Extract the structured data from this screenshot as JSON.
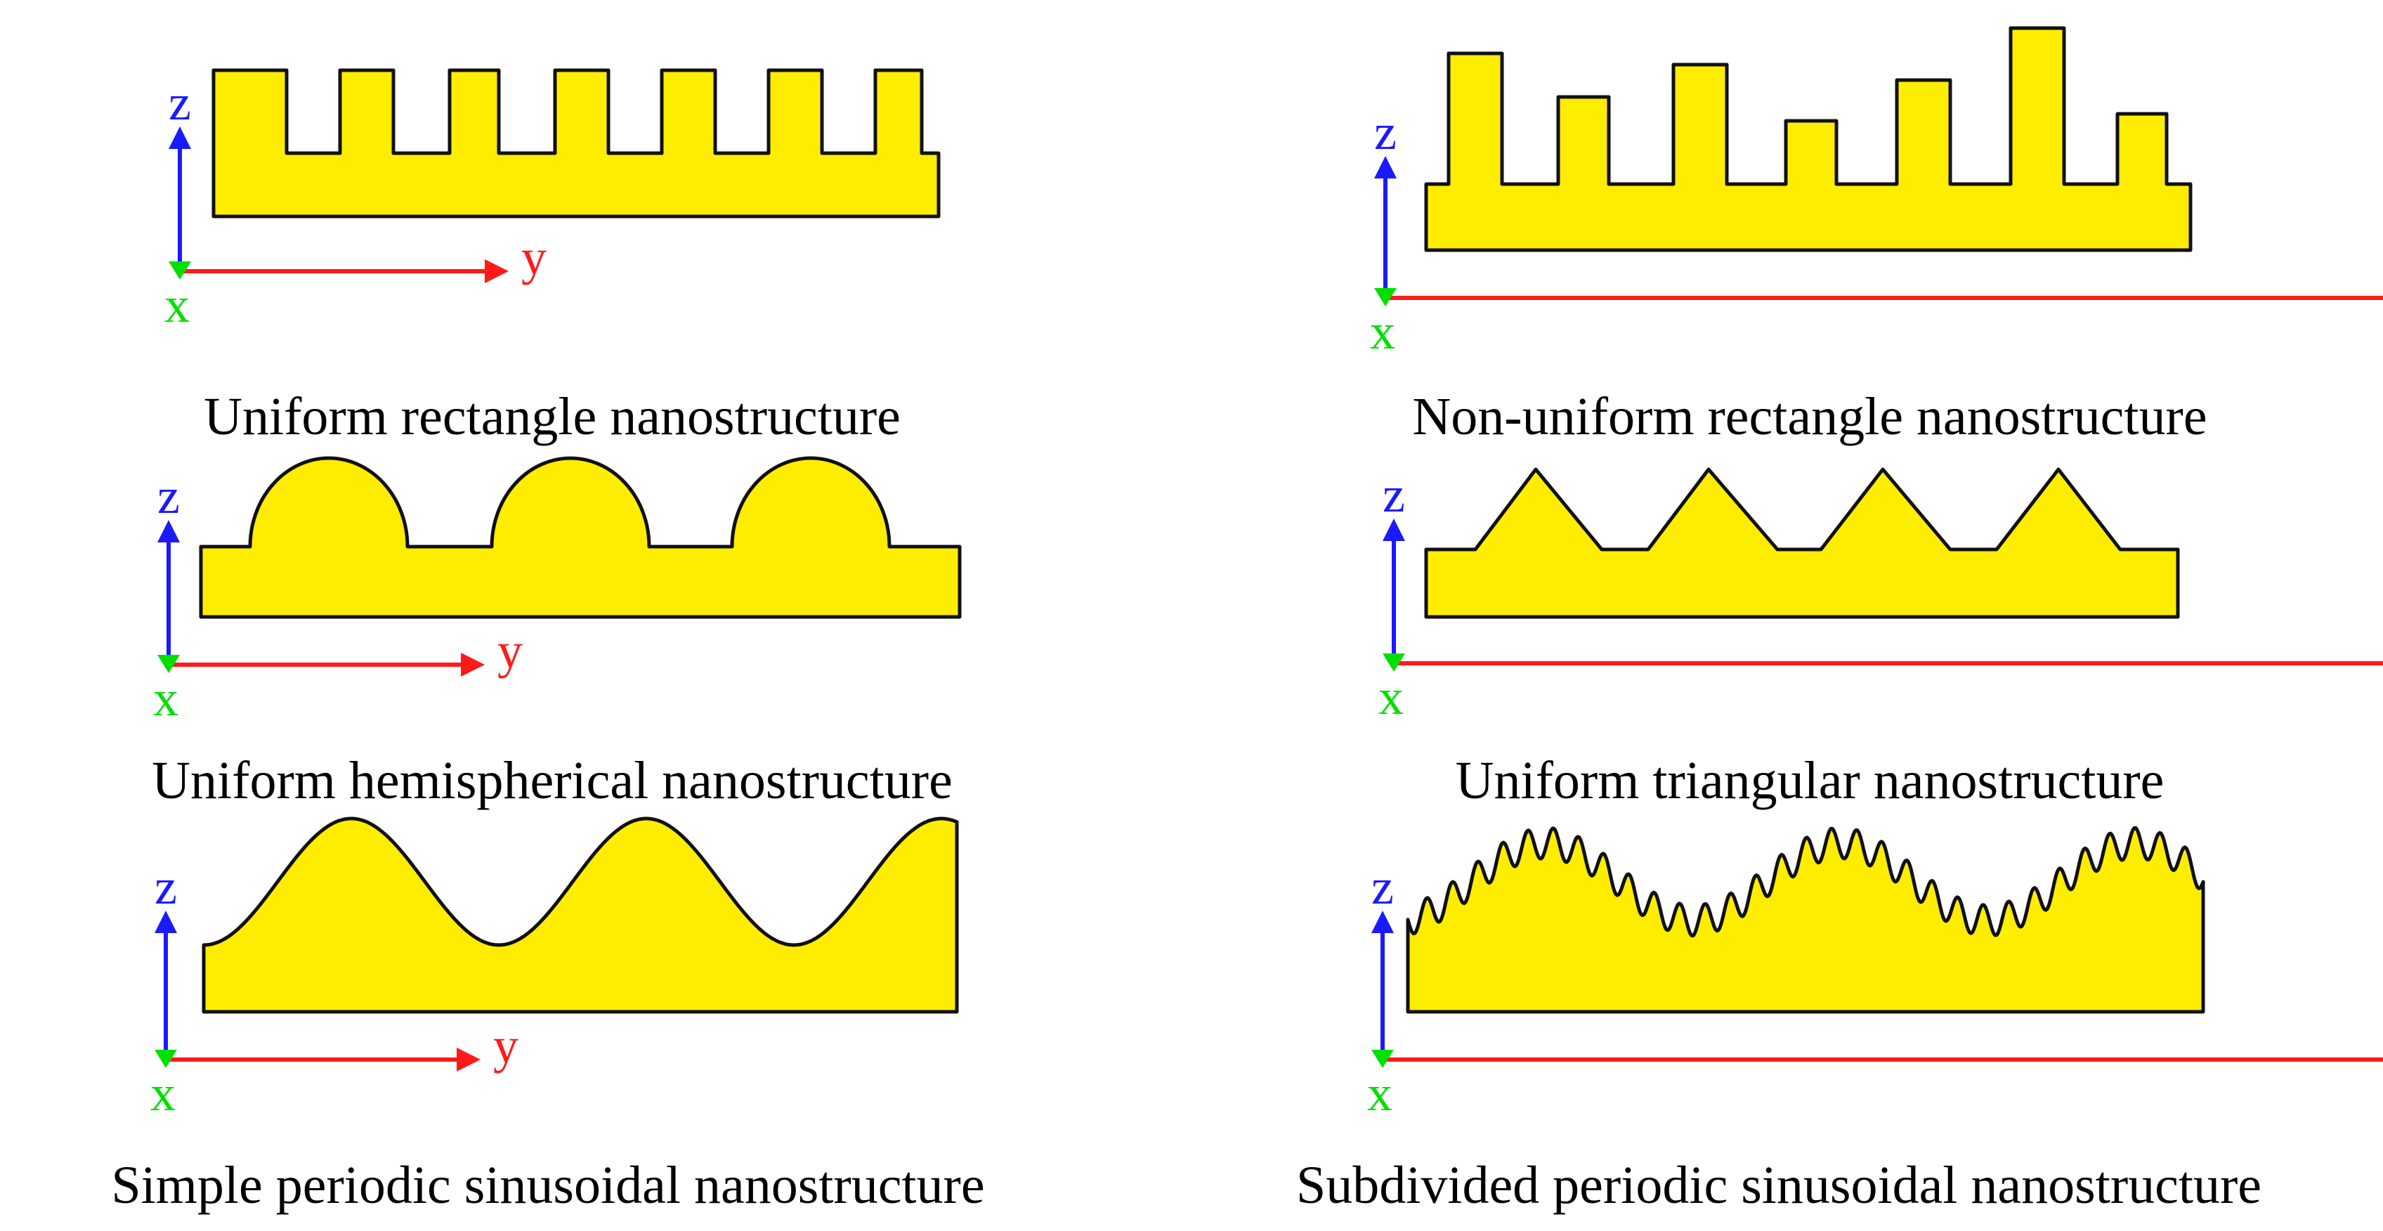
{
  "colors": {
    "fill": "#ffed00",
    "outline": "#111111",
    "z_axis": "#1a1aff",
    "y_axis": "#ff1a1a",
    "x_axis": "#00e000"
  },
  "axis_labels": {
    "z": "z",
    "y": "y",
    "x": "x"
  },
  "panels": [
    {
      "id": "uniform-rectangle",
      "shape": "rectangle",
      "caption": "Uniform rectangle nanostructure"
    },
    {
      "id": "non-uniform-rectangle",
      "shape": "rectangle-varied",
      "caption": "Non-uniform rectangle nanostructure"
    },
    {
      "id": "uniform-hemispherical",
      "shape": "hemisphere",
      "caption": "Uniform hemispherical nanostructure"
    },
    {
      "id": "uniform-triangular",
      "shape": "triangle",
      "caption": "Uniform triangular nanostructure"
    },
    {
      "id": "simple-sinusoidal",
      "shape": "sinusoid",
      "caption": "Simple periodic sinusoidal nanostructure"
    },
    {
      "id": "subdivided-sinusoidal",
      "shape": "sinusoid-subdivided",
      "caption": "Subdivided periodic sinusoidal nanostructure"
    }
  ]
}
